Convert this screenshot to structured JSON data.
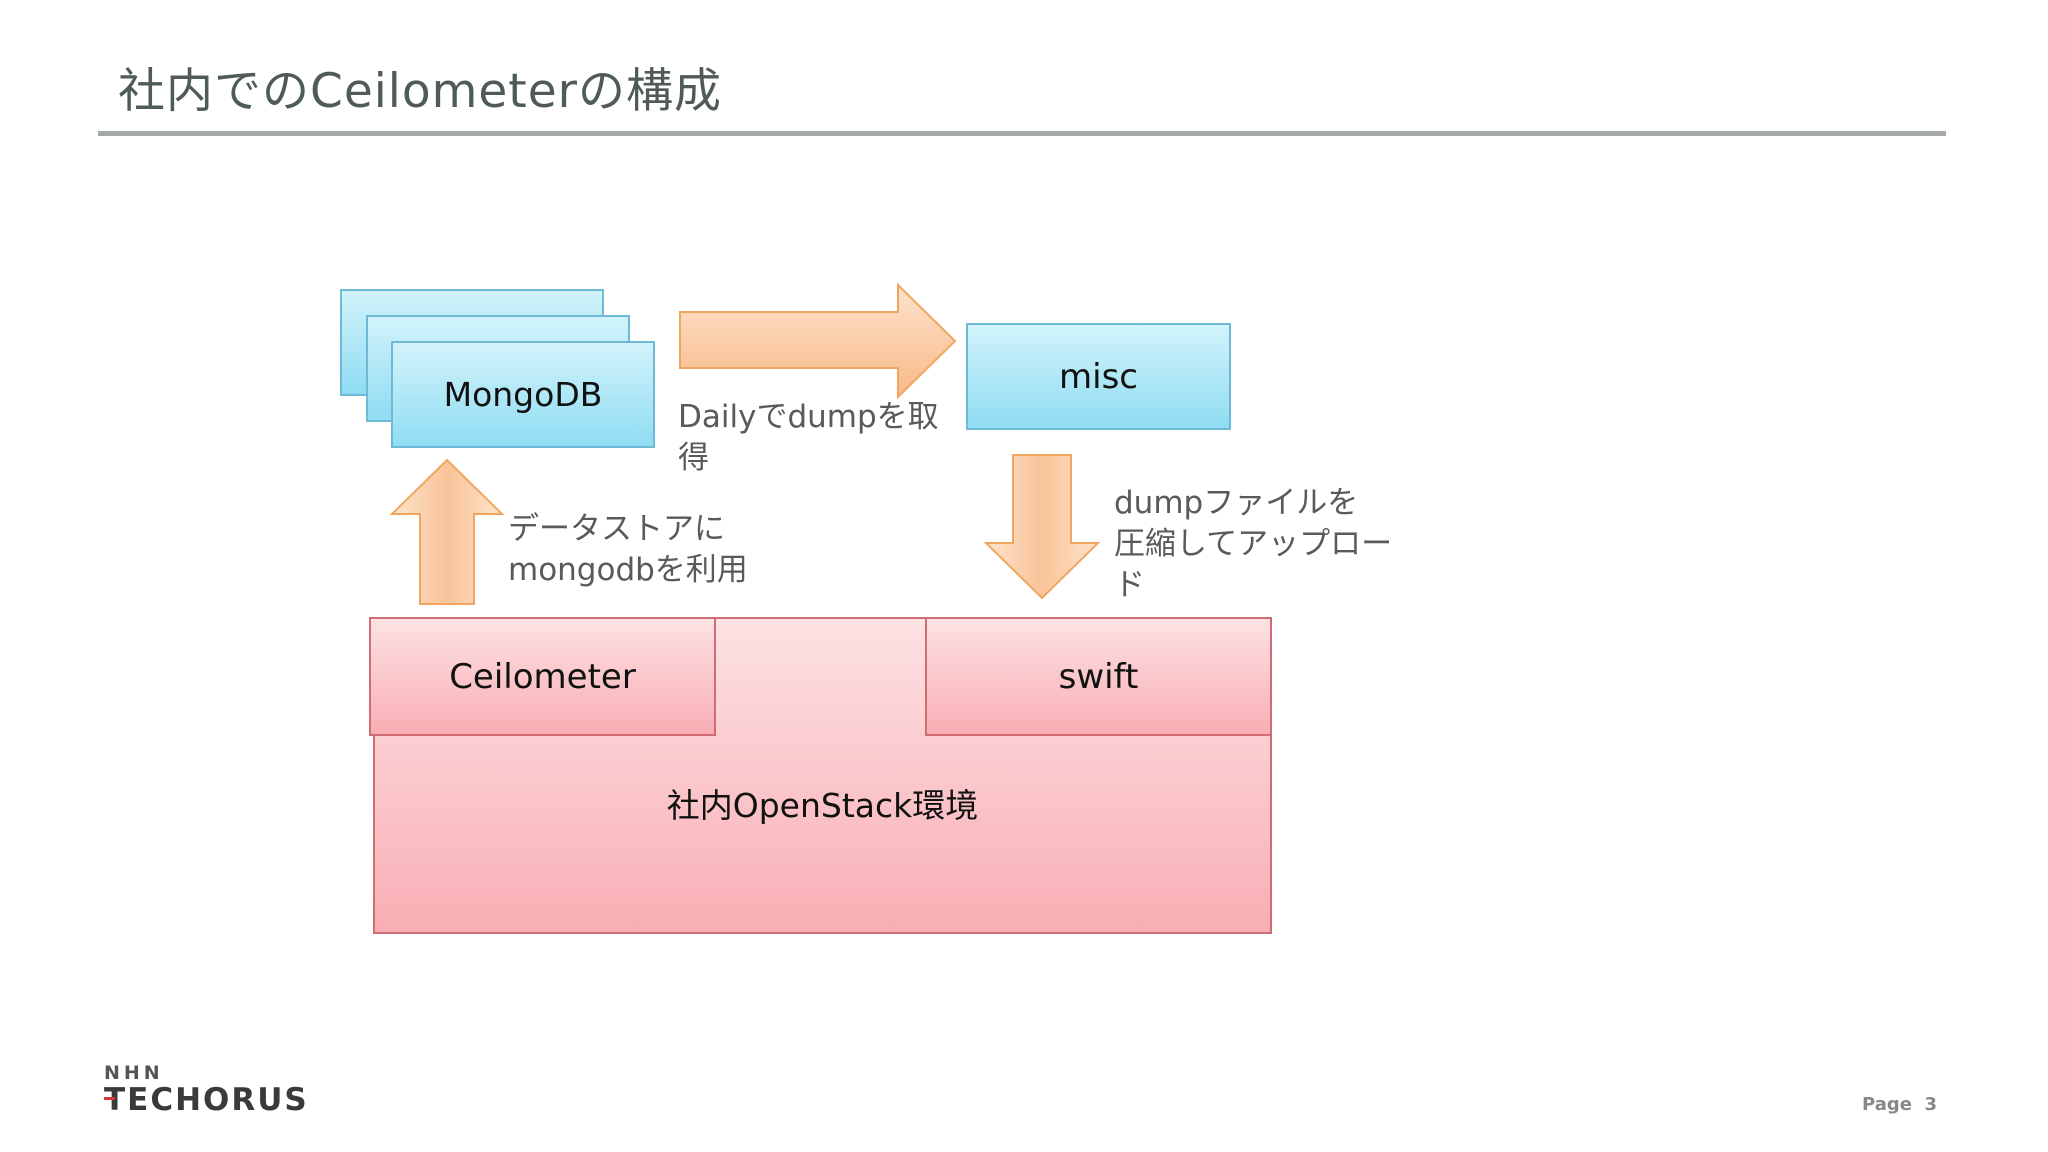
{
  "title": "社内でのCeilometerの構成",
  "diagram": {
    "mongodb_label": "MongoDB",
    "misc_label": "misc",
    "ceilometer_label": "Ceilometer",
    "swift_label": "swift",
    "env_label": "社内OpenStack環境",
    "anno_daily": [
      "Dailyでdumpを取",
      "得"
    ],
    "anno_datastore": [
      "データストアに",
      "mongodbを利用"
    ],
    "anno_upload": [
      "dumpファイルを",
      "圧縮してアップロー",
      "ド"
    ]
  },
  "footer": {
    "logo_top": "NHN",
    "logo": "TECHORUS",
    "page_label": "Page",
    "page_number": "3"
  },
  "colors": {
    "arrow_fill": "#fbc9a0",
    "arrow_stroke": "#f0a65f",
    "blue_box": "#aee7f7",
    "red_box": "#f9b9be"
  }
}
